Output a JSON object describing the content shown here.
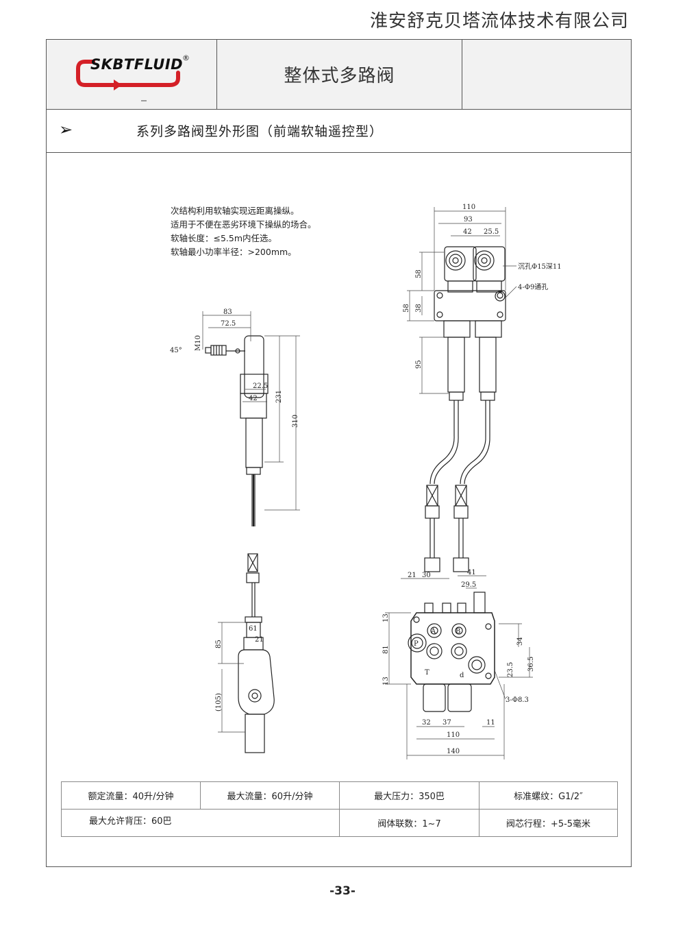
{
  "company_name": "淮安舒克贝塔流体技术有限公司",
  "logo": {
    "brand": "SKBTFLUID",
    "registered": "®",
    "brand_color": "#d42027"
  },
  "header": {
    "title": "整体式多路阀"
  },
  "subtitle": {
    "marker_icon": "arrowhead-icon",
    "text": "系列多路阀型外形图（前端软轴遥控型）"
  },
  "notes": [
    "次结构利用软轴实现远距离操纵。",
    "适用于不便在恶劣环境下操纵的场合。",
    "软轴长度：≤5.5m内任选。",
    "软轴最小功率半径：>200mm。"
  ],
  "drawing": {
    "left_view": {
      "dimensions": [
        "83",
        "72.5",
        "M10",
        "45°",
        "22.5",
        "42",
        "231",
        "310",
        "61",
        "21",
        "85",
        "(105)"
      ]
    },
    "right_view": {
      "dimensions": [
        "110",
        "93",
        "42",
        "25.5",
        "58",
        "58",
        "38",
        "95",
        "21",
        "30",
        "41",
        "29.5",
        "13",
        "81",
        "13",
        "34",
        "36.5",
        "23.5",
        "32",
        "37",
        "11",
        "110",
        "140"
      ],
      "callouts": [
        "沉孔Φ15深11",
        "4-Φ9通孔",
        "3-Φ8.3"
      ],
      "port_labels": [
        "A",
        "B",
        "P",
        "T",
        "d"
      ]
    }
  },
  "specs": {
    "rated_flow": "额定流量：40升/分钟",
    "max_flow": "最大流量：60升/分钟",
    "max_pressure": "最大压力：350巴",
    "thread": "标准螺纹：G1/2″",
    "back_pressure": "最大允许背压：60巴",
    "sections": "阀体联数：1~7",
    "spool_stroke": "阀芯行程：+5-5毫米"
  },
  "page_number": "-33-"
}
